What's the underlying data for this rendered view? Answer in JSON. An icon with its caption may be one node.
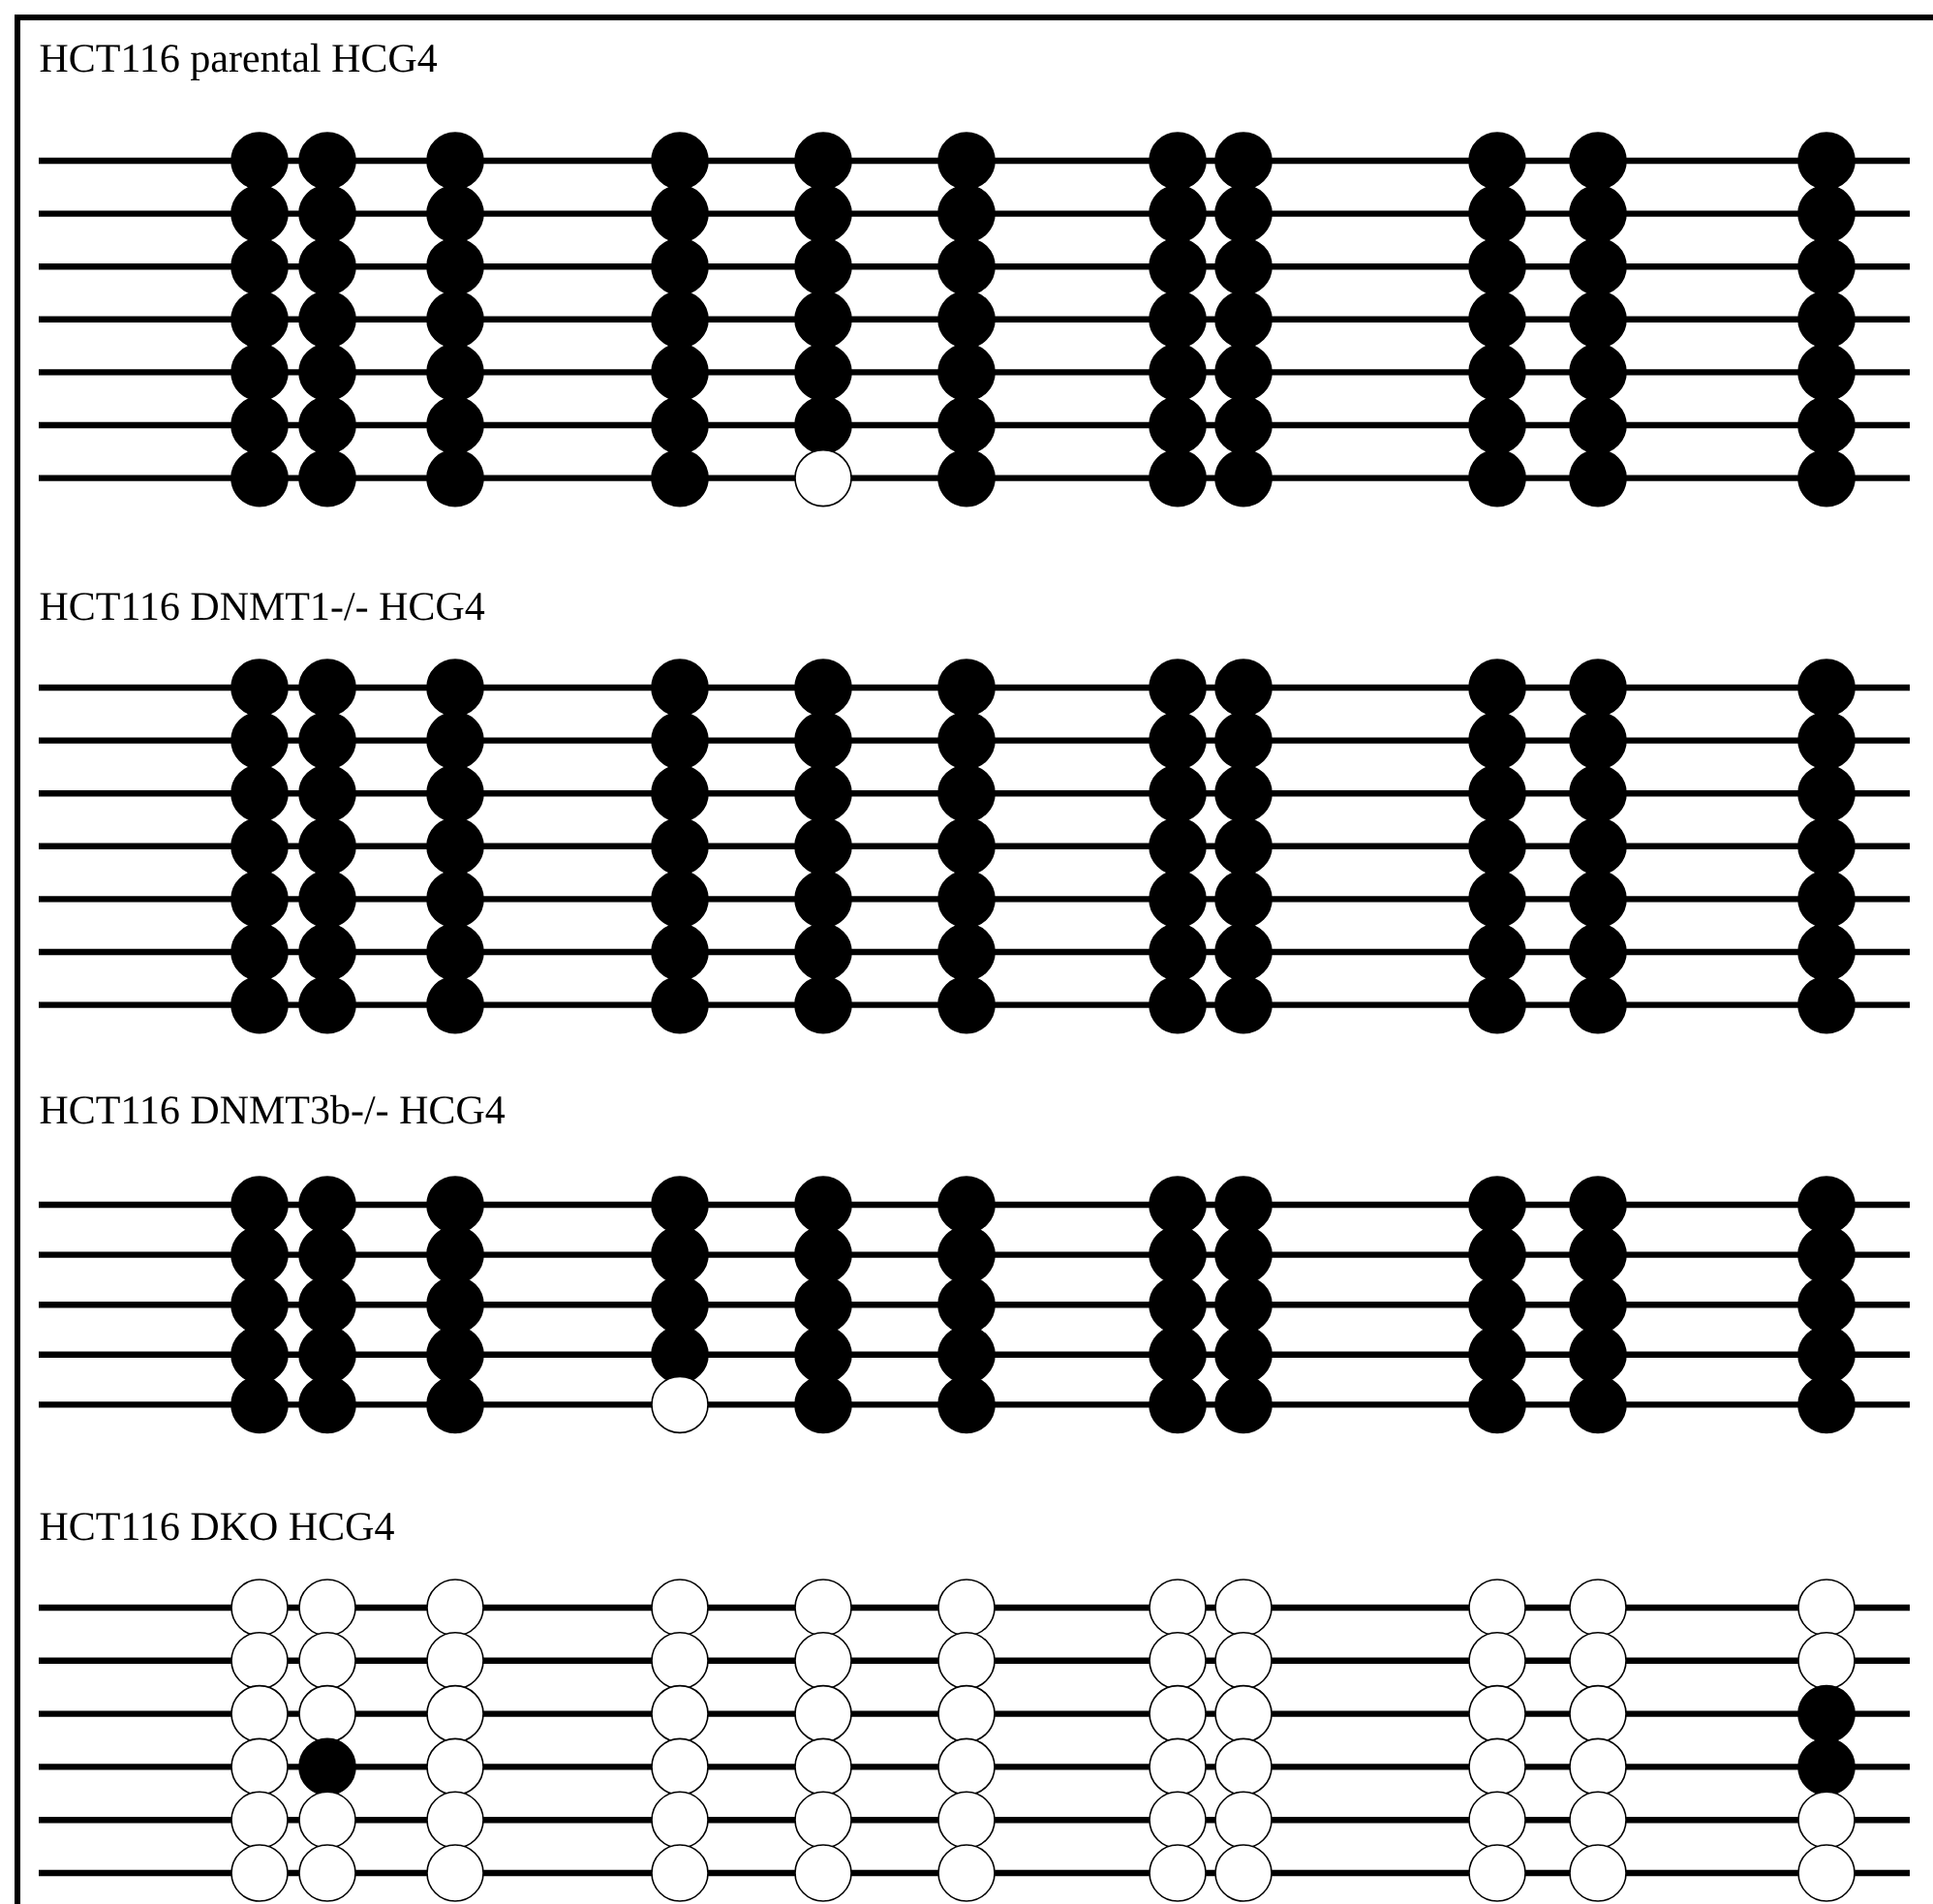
{
  "diagram": {
    "labels": [
      "HCT116 parental HCG4",
      "HCT116 DNMT1-/- HCG4",
      "HCT116 DNMT3b-/- HCG4",
      "HCT116 DKO HCG4"
    ]
  }
}
